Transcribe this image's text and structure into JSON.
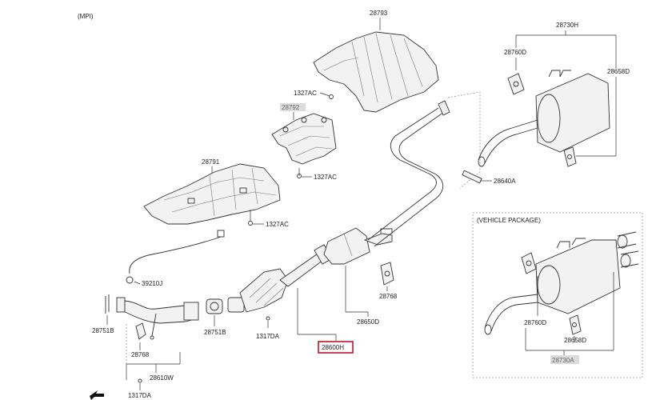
{
  "diagram": {
    "engine_label": "(MPI)",
    "package_label": "(VEHICLE PACKAGE)",
    "labels": {
      "p28793": "28793",
      "p1327ac_top": "1327AC",
      "p28792": "28792",
      "p1327ac_mid": "1327AC",
      "p28791": "28791",
      "p1327ac_low": "1327AC",
      "p39210j": "39210J",
      "p28751b_left": "28751B",
      "p28751b_mid": "28751B",
      "p28768_left": "28768",
      "p28610w": "28610W",
      "p1317da_bottom": "1317DA",
      "p1317da_mid": "1317DA",
      "p28600h": "28600H",
      "p28650d": "28650D",
      "p28768_right": "28768",
      "p28730h": "28730H",
      "p28760d_top": "28760D",
      "p28658d_top": "28658D",
      "p28640a": "28640A",
      "p28760d_pkg": "28760D",
      "p28658d_pkg": "28658D",
      "p28730a": "28730A"
    },
    "highlighted_part": "28600H",
    "colors": {
      "highlight": "#c8102e",
      "line": "#333333",
      "label_shade": "#dcdcdc"
    },
    "icons": [
      "arrow-icon"
    ]
  }
}
